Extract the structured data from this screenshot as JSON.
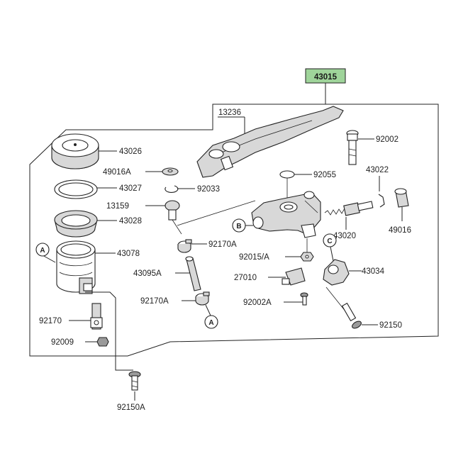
{
  "assembly": {
    "number": "43015",
    "badge_color": "#9fd49a"
  },
  "labels": {
    "p13236": "13236",
    "p92002": "92002",
    "p43026": "43026",
    "p49016A": "49016A",
    "p92055": "92055",
    "p43022": "43022",
    "p43027": "43027",
    "p92033": "92033",
    "p13159": "13159",
    "p43028": "43028",
    "p49016": "49016",
    "p43020": "43020",
    "p92170A_1": "92170A",
    "p43078": "43078",
    "p92015A": "92015/A",
    "p43095A": "43095A",
    "p27010": "27010",
    "p43034": "43034",
    "p92170A_2": "92170A",
    "p92002A": "92002A",
    "p92170": "92170",
    "p92150": "92150",
    "p92009": "92009",
    "p92150A": "92150A"
  },
  "callouts": {
    "a_top": "A",
    "a_bottom": "A",
    "b": "B",
    "c": "C"
  }
}
